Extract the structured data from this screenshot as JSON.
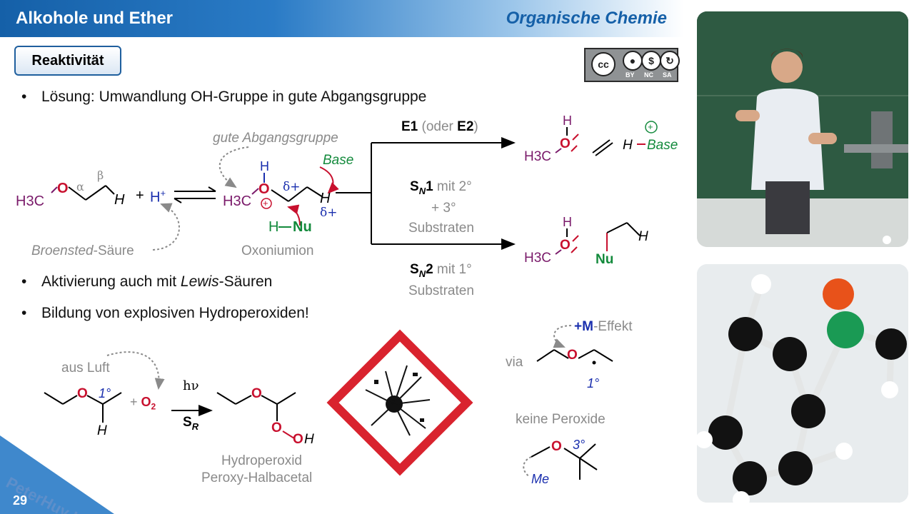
{
  "header": {
    "title": "Alkohole und Ether",
    "subject": "Organische Chemie"
  },
  "section": {
    "label": "Reaktivität"
  },
  "license": {
    "cc": "cc",
    "by": "BY",
    "nc": "NC",
    "sa": "SA"
  },
  "bullets": [
    "Lösung: Umwandlung OH-Gruppe in gute Abgangsgruppe",
    "Aktivierung auch mit Lewis-Säuren",
    "Bildung von explosiven Hydroperoxiden!"
  ],
  "bullet2": {
    "pre": "Aktivierung auch mit ",
    "italic": "Lewis",
    "post": "-Säuren"
  },
  "reaction1": {
    "ether_h3c": "H3C",
    "o": "O",
    "alpha": "α",
    "beta": "β",
    "h": "H",
    "plus": "+",
    "h_plus": "H",
    "plus_sup": "+",
    "bronsted_italic": "Broensted",
    "bronsted_rest": "-Säure",
    "gute_abgangsgruppe": "gute Abgangsgruppe",
    "base": "Base",
    "oxonium_h": "H",
    "oxonium_h3c": "H3C",
    "delta_plus_1": "δ+",
    "delta_plus_2": "δ+",
    "oxonium_plus": "+",
    "nu_h": "H",
    "nu": "Nu",
    "oxoniumion": "Oxoniumion"
  },
  "paths": {
    "e1_bold": "E1",
    "e1_mid": " (oder ",
    "e2_bold": "E2",
    "e1_end": ")",
    "sn1_s": "S",
    "sn1_n": "N",
    "sn1_num": "1",
    "sn1_mit": " mit 2°",
    "sn1_plus": "+ 3°",
    "sn1_sub": "Substraten",
    "sn2_s": "S",
    "sn2_n": "N",
    "sn2_num": "2",
    "sn2_mit": " mit 1°",
    "sn2_sub": "Substraten"
  },
  "products": {
    "alcohol_h": "H",
    "alcohol_h3c": "H3C",
    "alcohol_o": "O",
    "hbase_h": "H",
    "hbase_base": "Base",
    "hbase_plus": "+",
    "sn_h": "H",
    "sn_h3c": "H3C",
    "sn_o": "O",
    "sn_nu": "Nu",
    "sn_h2": "H"
  },
  "peroxide": {
    "aus_luft": "aus Luft",
    "o": "O",
    "deg1": "1°",
    "h": "H",
    "plus_o2": "+ ",
    "o2": "O",
    "o2_sub": "2",
    "hv": "hν",
    "sr_s": "S",
    "sr_r": "R",
    "prod_o": "O",
    "prod_oo": "O",
    "prod_oh_o": "O",
    "prod_h": "H",
    "hydroperoxid": "Hydroperoxid",
    "peroxy": "Peroxy-Halbacetal"
  },
  "via": {
    "label": "via",
    "effekt_plus_m": "+M",
    "effekt_rest": "-Effekt",
    "o": "O",
    "deg1": "1°",
    "keine": "keine Peroxide",
    "o2": "O",
    "deg3": "3°",
    "me": "Me"
  },
  "footer": {
    "page": "29",
    "watermark": "PeterHuy Lab"
  },
  "colors": {
    "header_blue": "#1560a8",
    "oxygen_red": "#c8102e",
    "carbon_purple": "#7a1a6a",
    "nucleophile_green": "#138a3c",
    "proton_blue": "#1a2fae",
    "hazard_red": "#d9232e"
  }
}
